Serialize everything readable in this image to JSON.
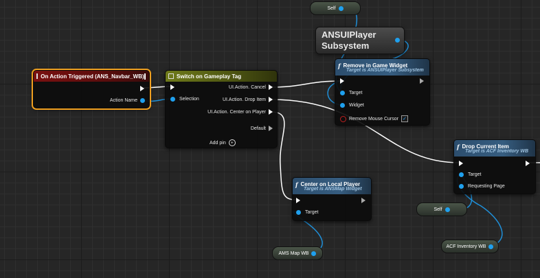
{
  "nodes": {
    "event": {
      "title": "On Action Triggered (ANS_Navbar_WB)",
      "action_name": "Action Name"
    },
    "switch": {
      "title": "Switch on Gameplay Tag",
      "selection": "Selection",
      "outputs": [
        "UI.Action. Cancel",
        "UI.Action. Drop Item",
        "UI.Action. Center on Player",
        "Default"
      ],
      "add_pin": "Add pin"
    },
    "remove_widget": {
      "title": "Remove in Game Widget",
      "subtitle": "Target is ANSUIPlayer Subsystem",
      "pins": [
        "Target",
        "Widget",
        "Remove Mouse Cursor"
      ],
      "remove_mouse_cursor_checked": true
    },
    "drop_item": {
      "title": "Drop Current Item",
      "subtitle": "Target is ACF Inventory WB",
      "pins": [
        "Target",
        "Requesting Page"
      ]
    },
    "center_player": {
      "title": "Center on Local Player",
      "subtitle": "Target is ANSMap Widget",
      "pins": [
        "Target"
      ]
    },
    "subsystem": {
      "title_line1": "ANSUIPlayer",
      "title_line2": "Subsystem"
    }
  },
  "variables": {
    "self_top": "Self",
    "self_mid": "Self",
    "ams_map": "AMS Map WB",
    "acf_inventory": "ACF Inventory WB"
  },
  "colors": {
    "exec": "#ffffff",
    "object_pin": "#1fa0ee",
    "selection_outline": "#f0a020",
    "event_header": "#7a1010",
    "switch_header": "#6f7a1a",
    "function_header": "#365d80"
  }
}
